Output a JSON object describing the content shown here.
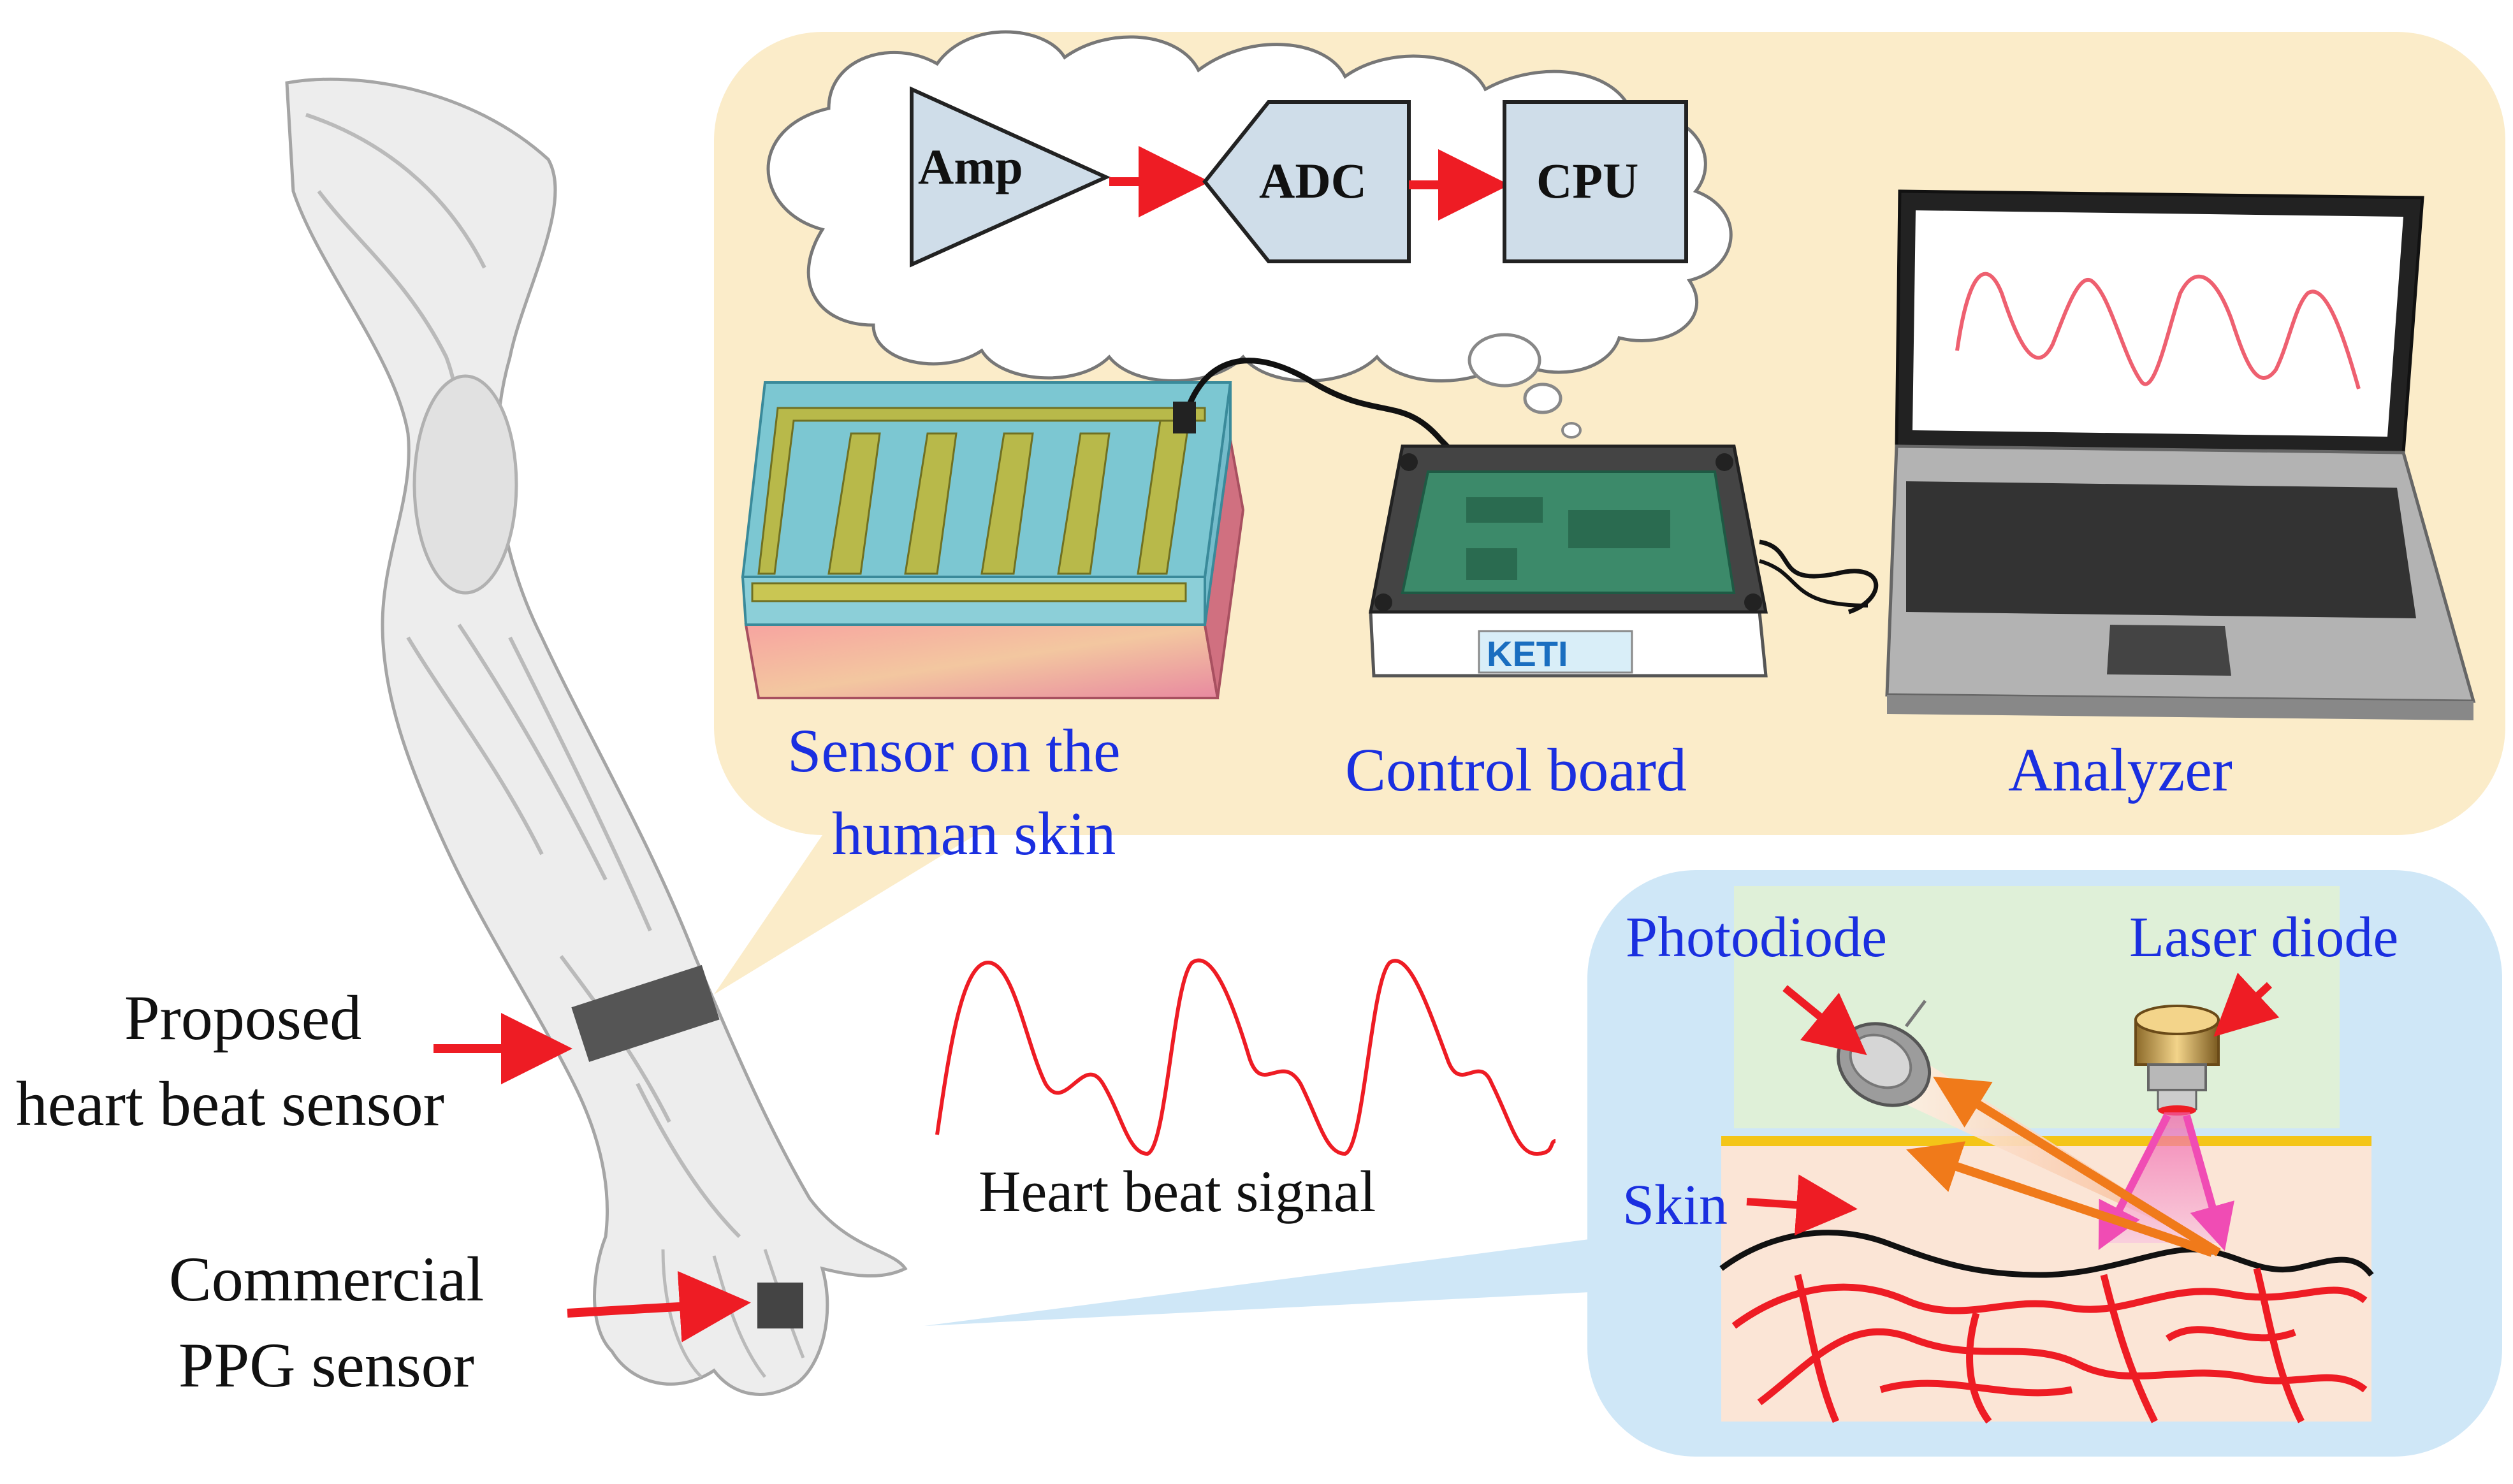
{
  "blocks": {
    "amp": "Amp",
    "adc": "ADC",
    "cpu": "CPU"
  },
  "labels": {
    "sensor_line1": "Sensor on the",
    "sensor_line2": "human skin",
    "control_board": "Control board",
    "analyzer": "Analyzer",
    "proposed_line1": "Proposed",
    "proposed_line2": "heart beat sensor",
    "commercial_line1": "Commercial",
    "commercial_line2": "PPG sensor",
    "heart_signal": "Heart beat signal",
    "photodiode": "Photodiode",
    "laser_diode": "Laser diode",
    "skin": "Skin"
  },
  "board_logo": "KETI",
  "colors": {
    "panel_top": "#fbecc9",
    "panel_bottom": "#cfe7f7",
    "inner_green": "#dff0d8",
    "label_blue": "#1a2fe0",
    "arrow_red": "#ee1c24",
    "block_fill": "#cfdde9",
    "beam_orange": "#f07a1a",
    "beam_pink": "#f04cb4"
  }
}
